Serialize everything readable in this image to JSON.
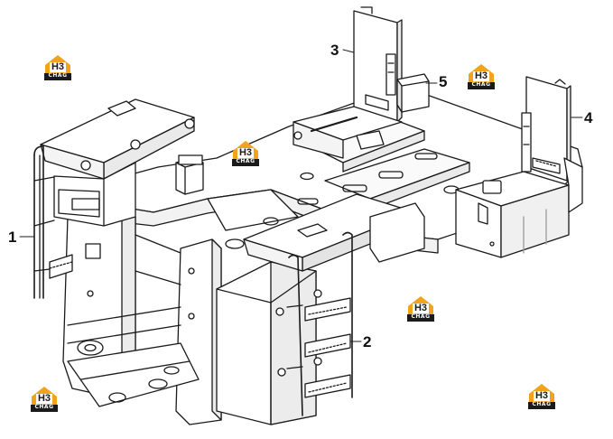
{
  "diagram": {
    "callouts": [
      {
        "id": "1",
        "label": "1"
      },
      {
        "id": "2",
        "label": "2"
      },
      {
        "id": "3",
        "label": "3"
      },
      {
        "id": "4",
        "label": "4"
      },
      {
        "id": "5",
        "label": "5"
      }
    ],
    "watermark": {
      "monogram": "H3",
      "brand": "CHAG"
    },
    "colors": {
      "line": "#1a1a1a",
      "fill": "#ffffff",
      "shade": "#e6e6e6",
      "logo_orange": "#f2a31c"
    }
  }
}
